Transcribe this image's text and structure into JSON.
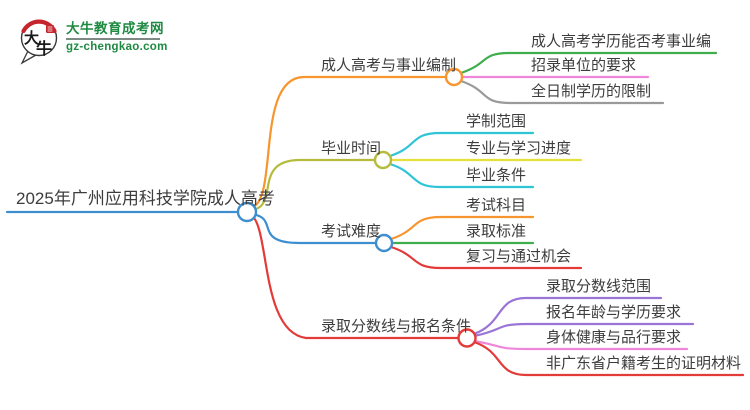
{
  "logo": {
    "icon_chars": [
      "大",
      "牛"
    ],
    "site_name": "大牛教育成考网",
    "site_url": "gz-chengkao.com",
    "brand_color": "#1e8a42",
    "seal_color": "#c5242c"
  },
  "mindmap": {
    "root": {
      "label": "2025年广州应用科技学院成人高考",
      "color": "#3e8fd0"
    },
    "branches": [
      {
        "label": "成人高考与事业编制",
        "color": "#f7952f",
        "children": [
          {
            "label": "成人高考学历能否考事业编",
            "color": "#3fae4c"
          },
          {
            "label": "招录单位的要求",
            "color": "#ee86d9"
          },
          {
            "label": "全日制学历的限制",
            "color": "#9a9a9a"
          }
        ]
      },
      {
        "label": "毕业时间",
        "color": "#b5bc3d",
        "children": [
          {
            "label": "学制范围",
            "color": "#2fc5d7"
          },
          {
            "label": "专业与学习进度",
            "color": "#e5e13a"
          },
          {
            "label": "毕业条件",
            "color": "#2fc5d7"
          }
        ]
      },
      {
        "label": "考试难度",
        "color": "#3e8fd0",
        "children": [
          {
            "label": "考试科目",
            "color": "#f7952f"
          },
          {
            "label": "录取标准",
            "color": "#3fae4c"
          },
          {
            "label": "复习与通过机会",
            "color": "#e23b38"
          }
        ]
      },
      {
        "label": "录取分数线与报名条件",
        "color": "#e23b38",
        "children": [
          {
            "label": "录取分数线范围",
            "color": "#9b74d8"
          },
          {
            "label": "报名年龄与学历要求",
            "color": "#9b74d8"
          },
          {
            "label": "身体健康与品行要求",
            "color": "#ee86d9"
          },
          {
            "label": "非广东省户籍考生的证明材料",
            "color": "#e23b38"
          }
        ]
      }
    ]
  }
}
